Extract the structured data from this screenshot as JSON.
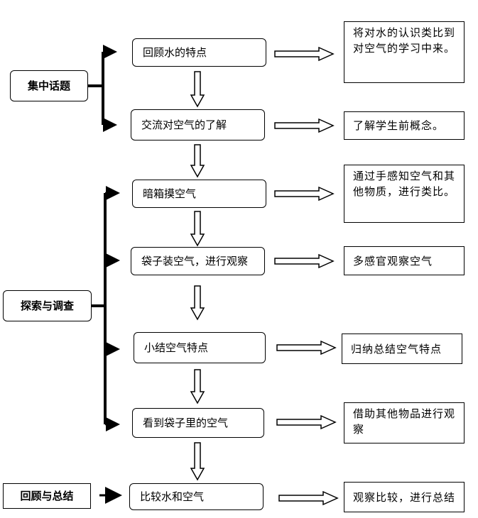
{
  "phases": {
    "focus": "集中话题",
    "explore": "探索与调查",
    "review": "回顾与总结"
  },
  "steps": [
    "回顾水的特点",
    "交流对空气的了解",
    "暗箱摸空气",
    "袋子装空气，进行观察",
    "小结空气特点",
    "看到袋子里的空气",
    "比较水和空气"
  ],
  "results": [
    "将对水的认识类比到对空气的学习中来。",
    "了解学生前概念。",
    "通过手感知空气和其他物质，进行类比。",
    "多感官观察空气",
    "归纳总结空气特点",
    "借助其他物品进行观察",
    "观察比较，进行总结"
  ]
}
